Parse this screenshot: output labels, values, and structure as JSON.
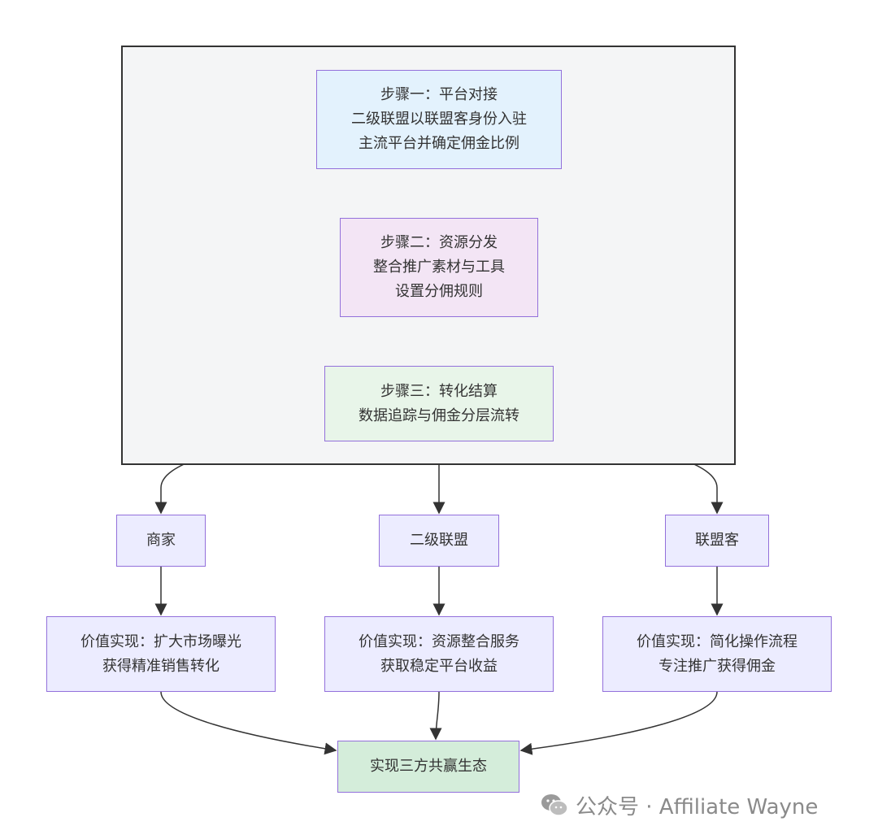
{
  "cluster": {
    "title": "核心流程"
  },
  "nodes": {
    "step1": {
      "lines": [
        "步骤一：平台对接",
        "二级联盟以联盟客身份入驻",
        "主流平台并确定佣金比例"
      ]
    },
    "step2": {
      "lines": [
        "步骤二：资源分发",
        "整合推广素材与工具",
        "设置分佣规则"
      ]
    },
    "step3": {
      "lines": [
        "步骤三：转化结算",
        "数据追踪与佣金分层流转"
      ]
    },
    "merchant": {
      "lines": [
        "商家"
      ]
    },
    "secondary": {
      "lines": [
        "二级联盟"
      ]
    },
    "affiliate": {
      "lines": [
        "联盟客"
      ]
    },
    "value_merchant": {
      "lines": [
        "价值实现：扩大市场曝光",
        "获得精准销售转化"
      ]
    },
    "value_secondary": {
      "lines": [
        "价值实现：资源整合服务",
        "获取稳定平台收益"
      ]
    },
    "value_affiliate": {
      "lines": [
        "价值实现：简化操作流程",
        "专注推广获得佣金"
      ]
    },
    "final": {
      "lines": [
        "实现三方共赢生态"
      ]
    }
  },
  "colors": {
    "step1_fill": "#e3f2fd",
    "step2_fill": "#f3e5f5",
    "step3_fill": "#e8f5e9",
    "default_fill": "#ececff",
    "final_fill": "#d4edda",
    "node_border": "#9370db",
    "edge": "#333333"
  },
  "watermark": {
    "icon": "wechat-icon",
    "text": "公众号 · Affiliate Wayne"
  }
}
